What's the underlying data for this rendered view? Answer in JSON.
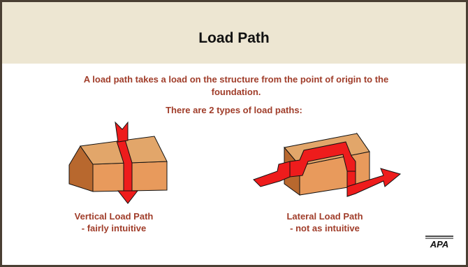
{
  "title": "Load Path",
  "intro": "A load path takes a load on the structure from the point of origin to the foundation.",
  "types_line": "There are 2 types of load paths:",
  "vertical": {
    "title": "Vertical Load Path",
    "subtitle": "- fairly intuitive"
  },
  "lateral": {
    "title": "Lateral Load Path",
    "subtitle": "- not as intuitive"
  },
  "logo": "APA",
  "colors": {
    "title_band": "#ede6d2",
    "text_accent": "#a03d2a",
    "arrow": "#ee1c1c",
    "house_wall": "#e89a5c",
    "house_roof": "#e2a66a",
    "house_dark": "#b8682e"
  }
}
